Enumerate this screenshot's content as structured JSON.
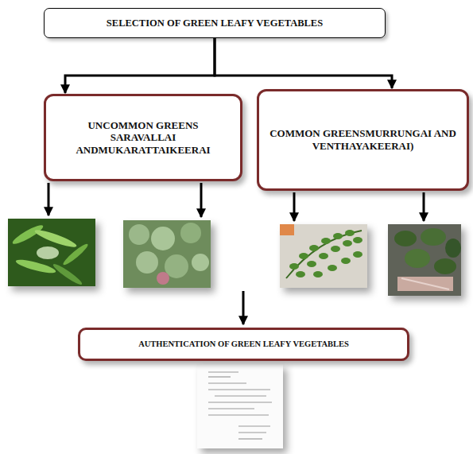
{
  "diagram": {
    "nodes": [
      {
        "text": [
          "SELECTION OF GREEN LEAFY VEGETABLES"
        ]
      },
      {
        "text": [
          "UNCOMMON GREENS SARAVALLAI ANDMUKARATTAIKEERAI"
        ]
      },
      {
        "text": [
          "COMMON GREENSMURRUNGAI AND VENTHAYAKEERAI)"
        ]
      },
      {
        "text": [
          "AUTHENTICATION OF GREEN LEAFY VEGETABLES"
        ]
      }
    ],
    "edges": [
      {
        "from": 0,
        "to": 1,
        "arrow": "to"
      },
      {
        "from": 0,
        "to": 2,
        "arrow": "to"
      }
    ]
  }
}
